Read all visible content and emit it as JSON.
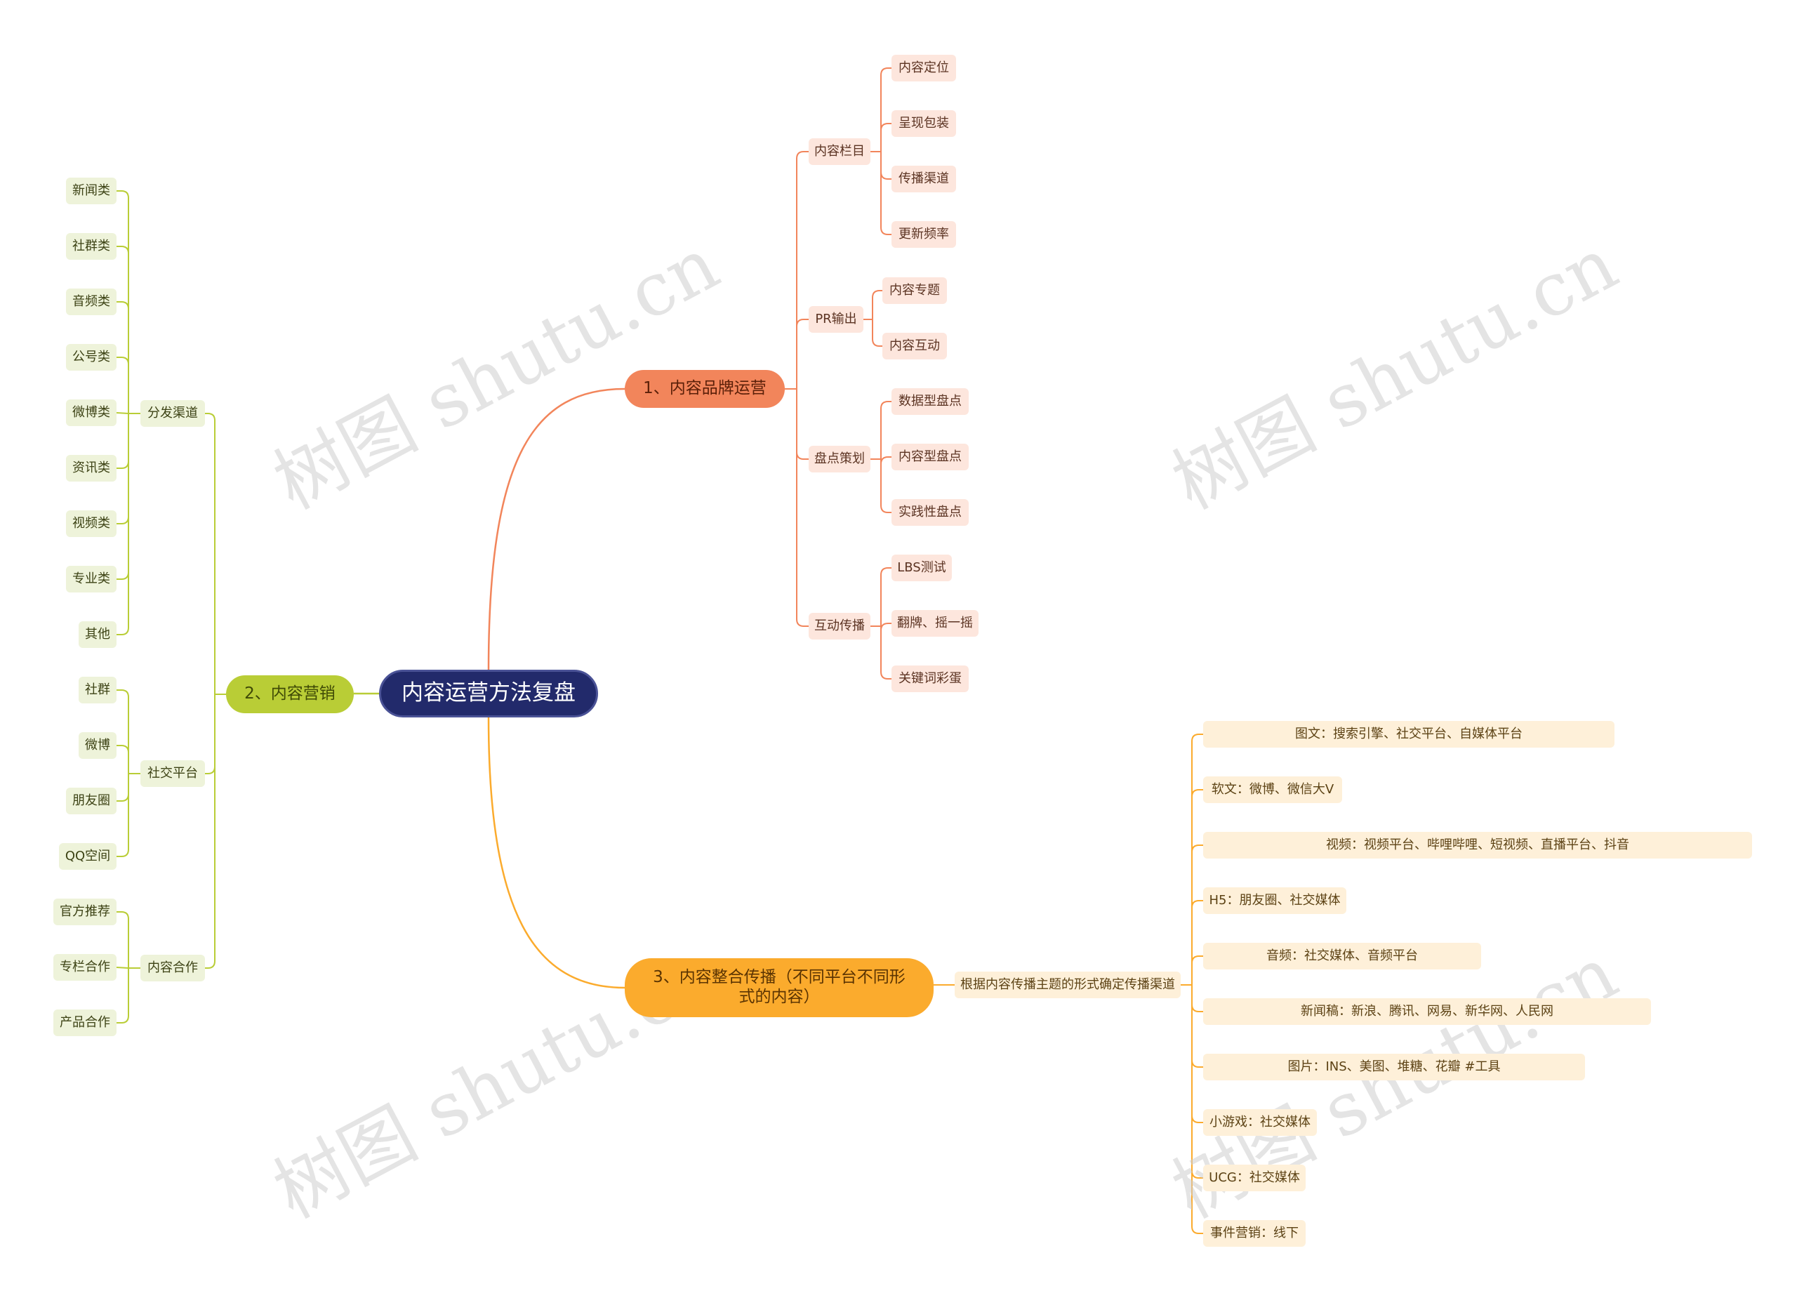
{
  "root": {
    "label": "内容运营方法复盘"
  },
  "colors": {
    "branch_1": "#f2855b",
    "branch_2": "#b9cd36",
    "branch_3": "#fbab2d",
    "root": "#222a6b"
  },
  "watermark": {
    "text": "树图 shutu.cn"
  },
  "branch_1": {
    "label": "1、内容品牌运营",
    "groups": [
      {
        "label": "内容栏目",
        "items": [
          "内容定位",
          "呈现包装",
          "传播渠道",
          "更新频率"
        ]
      },
      {
        "label": "PR输出",
        "items": [
          "内容专题",
          "内容互动"
        ]
      },
      {
        "label": "盘点策划",
        "items": [
          "数据型盘点",
          "内容型盘点",
          "实践性盘点"
        ]
      },
      {
        "label": "互动传播",
        "items": [
          "LBS测试",
          "翻牌、摇一摇",
          "关键词彩蛋"
        ]
      }
    ]
  },
  "branch_2": {
    "label": "2、内容营销",
    "groups": [
      {
        "label": "分发渠道",
        "items": [
          "新闻类",
          "社群类",
          "音频类",
          "公号类",
          "微博类",
          "资讯类",
          "视频类",
          "专业类",
          "其他"
        ]
      },
      {
        "label": "社交平台",
        "items": [
          "社群",
          "微博",
          "朋友圈",
          "QQ空间"
        ]
      },
      {
        "label": "内容合作",
        "items": [
          "官方推荐",
          "专栏合作",
          "产品合作"
        ]
      }
    ]
  },
  "branch_3": {
    "label": "3、内容整合传播（不同平台不同形式的内容）",
    "group": {
      "label": "根据内容传播主题的形式确定传播渠道",
      "items": [
        "图文：搜索引擎、社交平台、自媒体平台",
        "软文：微博、微信大V",
        "视频：视频平台、哔哩哔哩、短视频、直播平台、抖音",
        "H5：朋友圈、社交媒体",
        "音频：社交媒体、音频平台",
        "新闻稿：新浪、腾讯、网易、新华网、人民网",
        "图片：INS、美图、堆糖、花瓣 #工具",
        "小游戏：社交媒体",
        "UCG：社交媒体",
        "事件营销：线下"
      ]
    }
  }
}
